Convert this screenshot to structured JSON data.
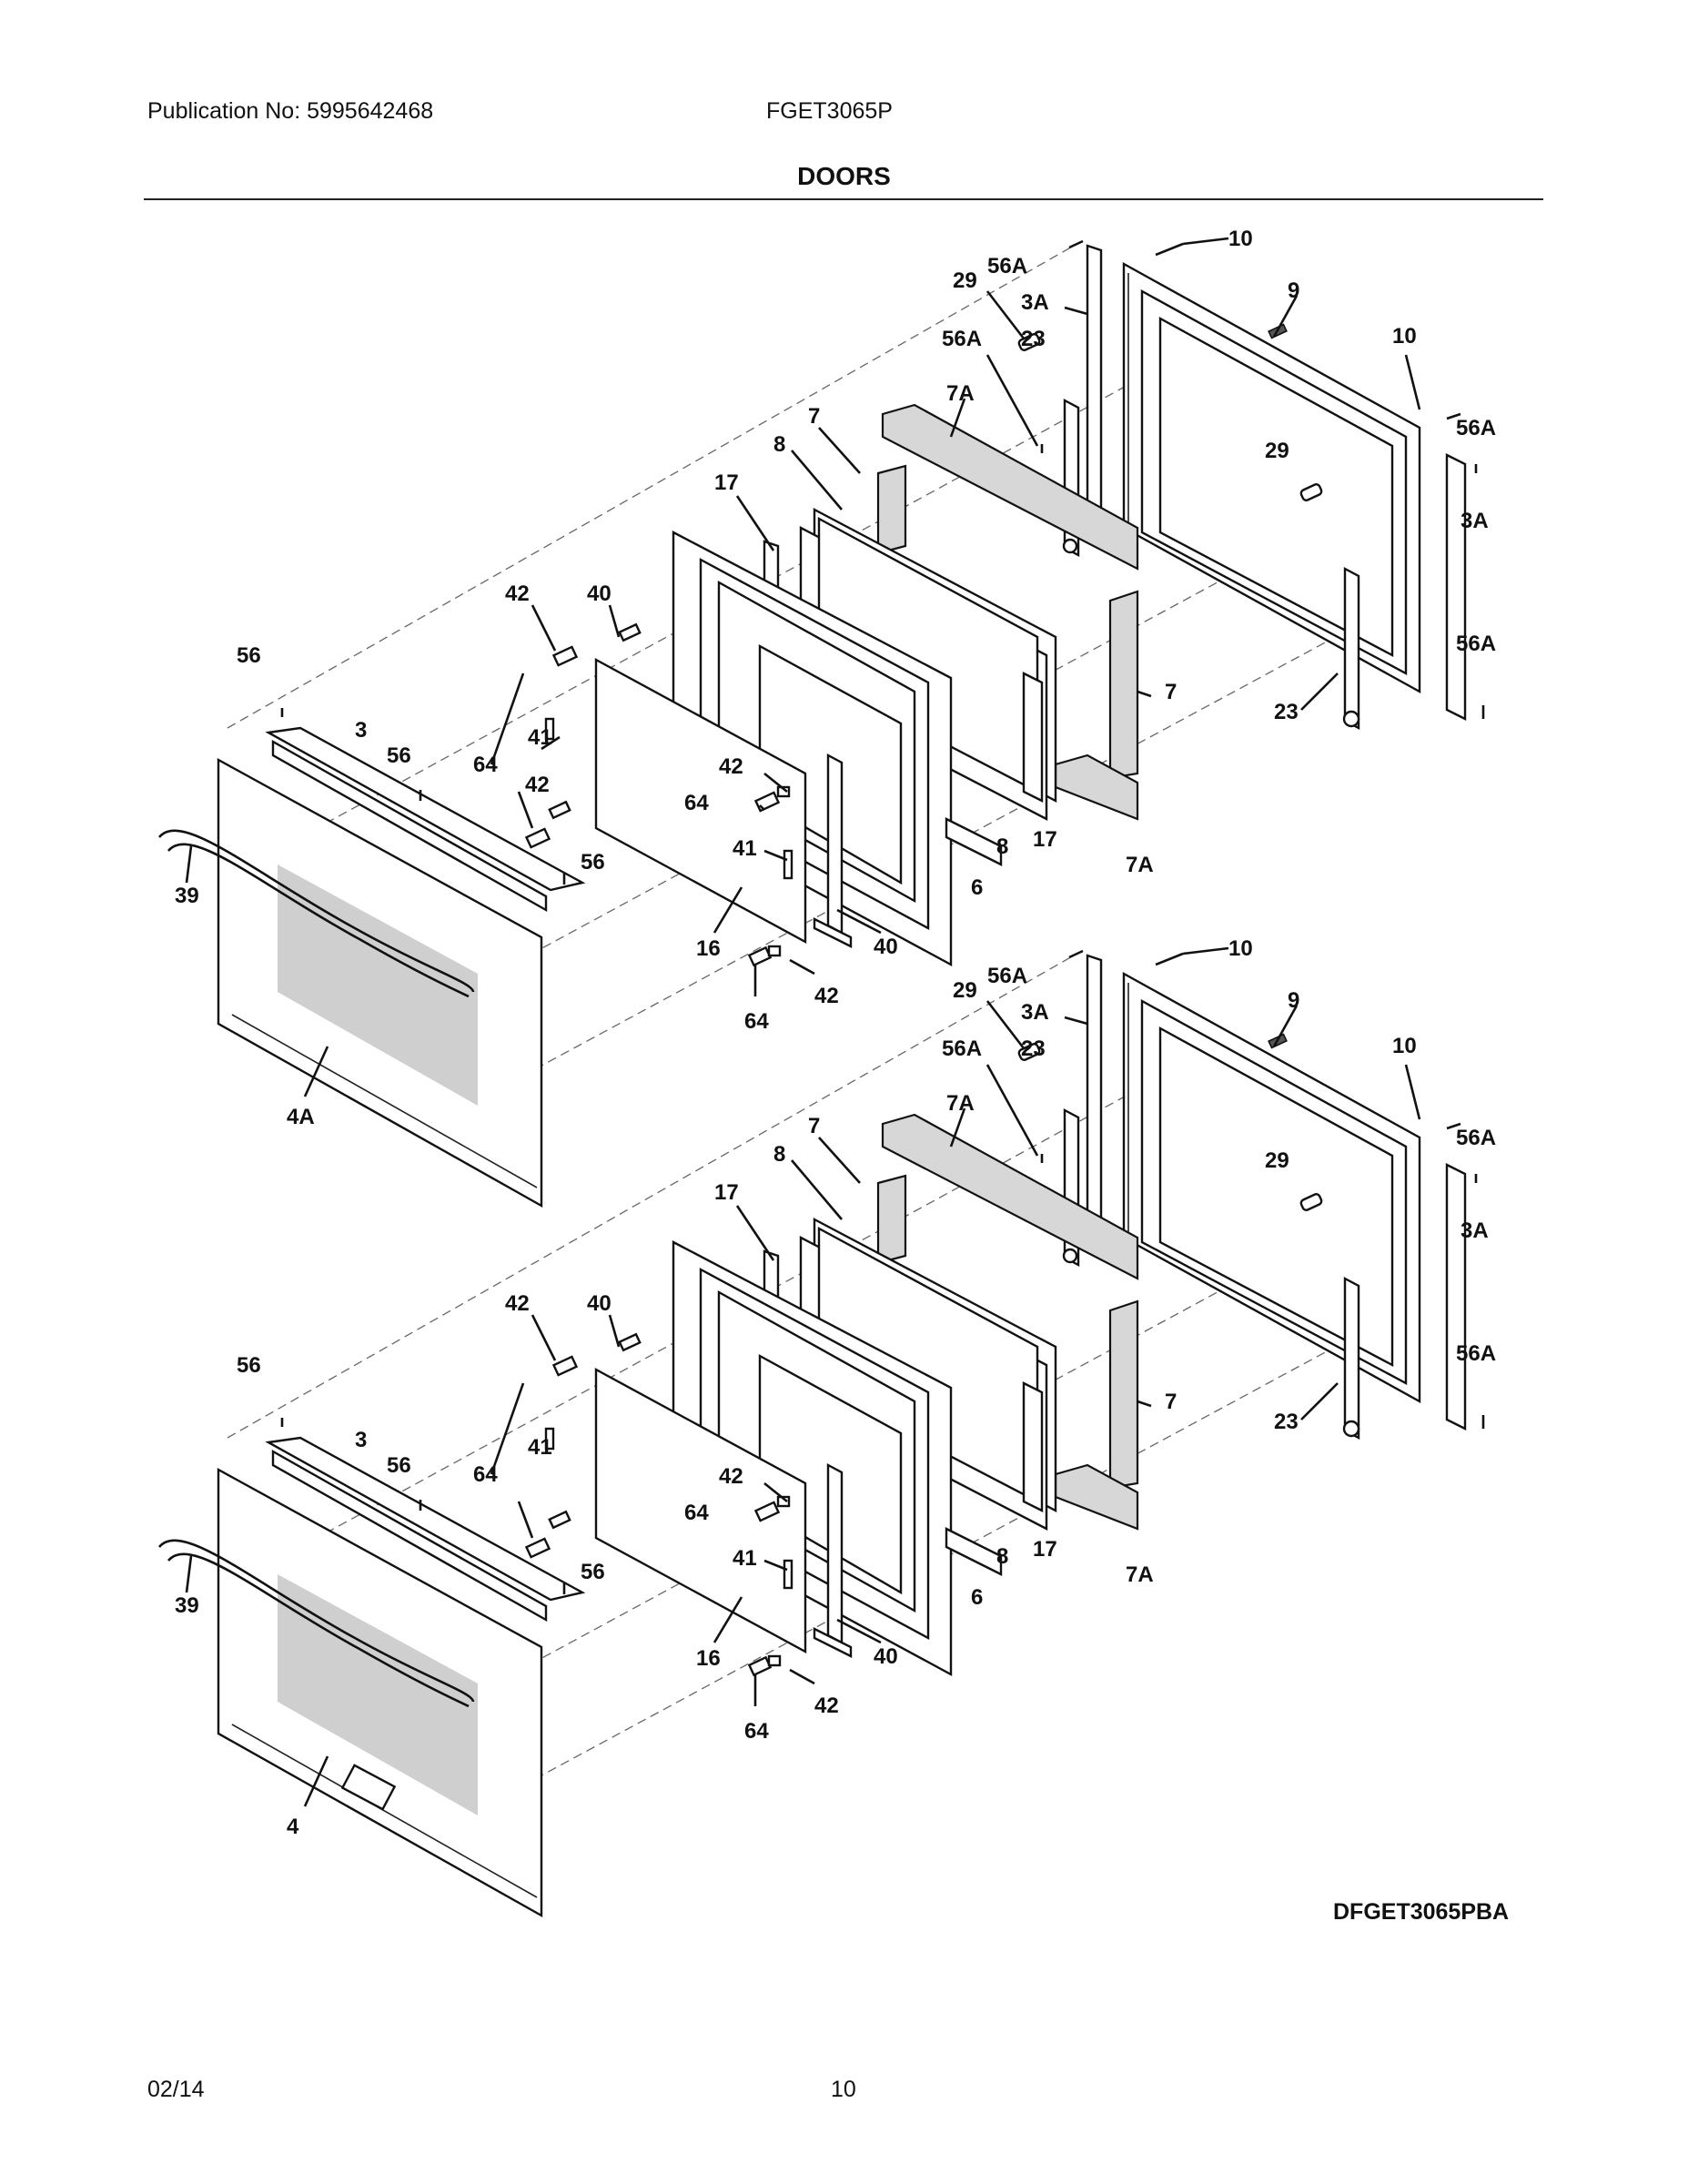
{
  "header": {
    "publication": "Publication No: 5995642468",
    "model": "FGET3065P",
    "section_title": "DOORS"
  },
  "drawing_id": "DFGET3065PBA",
  "footer": {
    "date": "02/14",
    "page": "10"
  },
  "door_assemblies": [
    {
      "name": "upper-door",
      "callouts": [
        "10",
        "56A",
        "9",
        "29",
        "3A",
        "56A",
        "23",
        "10",
        "7A",
        "7",
        "56A",
        "29",
        "8",
        "3A",
        "17",
        "42",
        "40",
        "56A",
        "7",
        "56",
        "3",
        "23",
        "41",
        "64",
        "56",
        "42",
        "64",
        "42",
        "41",
        "56",
        "8",
        "17",
        "7A",
        "39",
        "6",
        "16",
        "40",
        "42",
        "64",
        "4A"
      ]
    },
    {
      "name": "lower-door",
      "callouts": [
        "10",
        "56A",
        "9",
        "29",
        "3A",
        "56A",
        "23",
        "10",
        "7A",
        "7",
        "56A",
        "29",
        "8",
        "3A",
        "17",
        "42",
        "40",
        "7",
        "56A",
        "56",
        "3",
        "23",
        "41",
        "56",
        "64",
        "42",
        "64",
        "8",
        "17",
        "7A",
        "41",
        "56",
        "39",
        "6",
        "16",
        "40",
        "42",
        "64",
        "4"
      ]
    }
  ]
}
